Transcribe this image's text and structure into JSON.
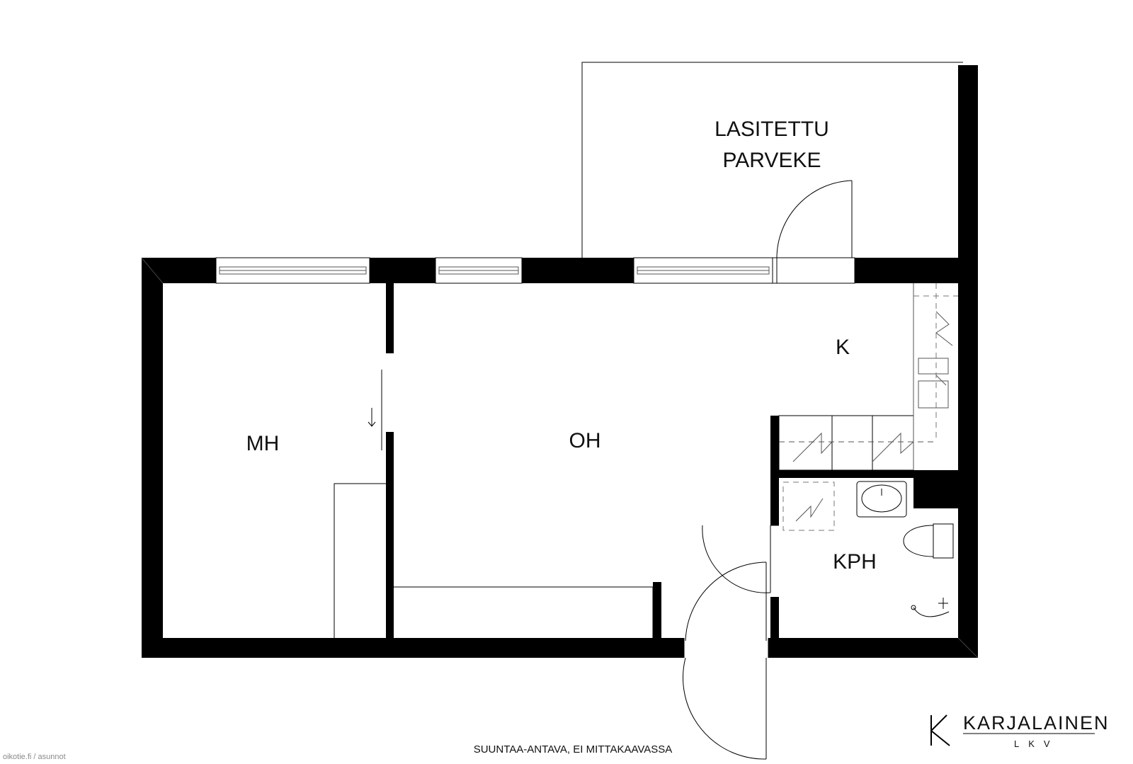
{
  "rooms": {
    "balcony_line1": "LASITETTU",
    "balcony_line2": "PARVEKE",
    "kitchen": "K",
    "living_room": "OH",
    "bedroom": "MH",
    "bathroom": "KPH"
  },
  "footer": {
    "disclaimer": "SUUNTAA-ANTAVA, EI MITTAKAAVASSA",
    "watermark": "oikotie.fi / asunnot"
  },
  "brand": {
    "letter": "K",
    "name": "KARJALAINEN",
    "suffix": "LKV"
  },
  "colors": {
    "wall": "#000000",
    "background": "#ffffff"
  }
}
